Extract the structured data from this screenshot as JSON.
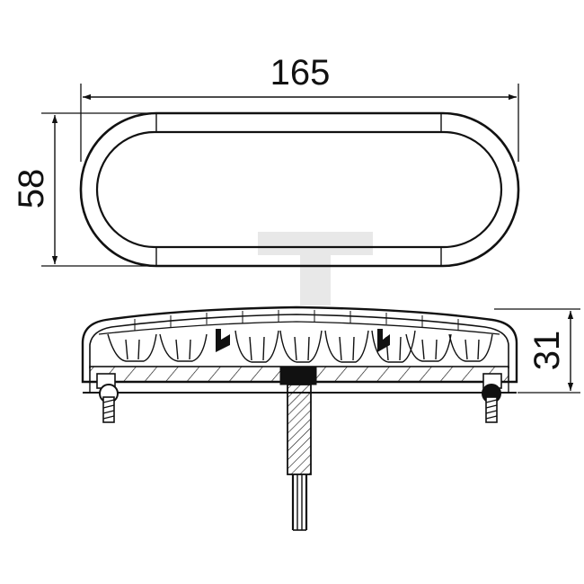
{
  "dimensions": {
    "width": "165",
    "height": "58",
    "depth": "31"
  },
  "colors": {
    "line": "#111111",
    "watermark": "#e6e6e6",
    "background": "#ffffff"
  }
}
